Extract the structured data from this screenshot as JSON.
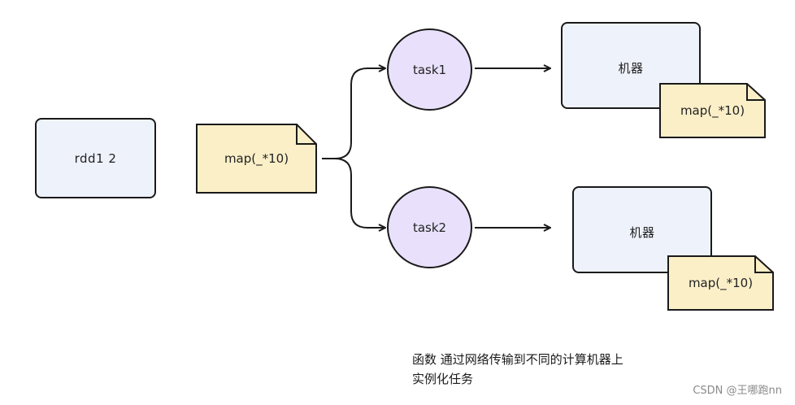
{
  "diagram": {
    "rdd_box": {
      "label": "rdd1  2"
    },
    "function_note": {
      "label": "map(_*10)"
    },
    "tasks": [
      {
        "label": "task1"
      },
      {
        "label": "task2"
      }
    ],
    "machines": [
      {
        "label": "机器",
        "note": "map(_*10)"
      },
      {
        "label": "机器",
        "note": "map(_*10)"
      }
    ],
    "caption": {
      "line1": "函数 通过网络传输到不同的计算机器上",
      "line2": "实例化任务"
    },
    "watermark": "CSDN @王哪跑nn"
  },
  "colors": {
    "box_fill": "#eef2fb",
    "task_fill": "#e9e1fb",
    "note_fill": "#fbefc8",
    "stroke": "#1a1a1a"
  }
}
